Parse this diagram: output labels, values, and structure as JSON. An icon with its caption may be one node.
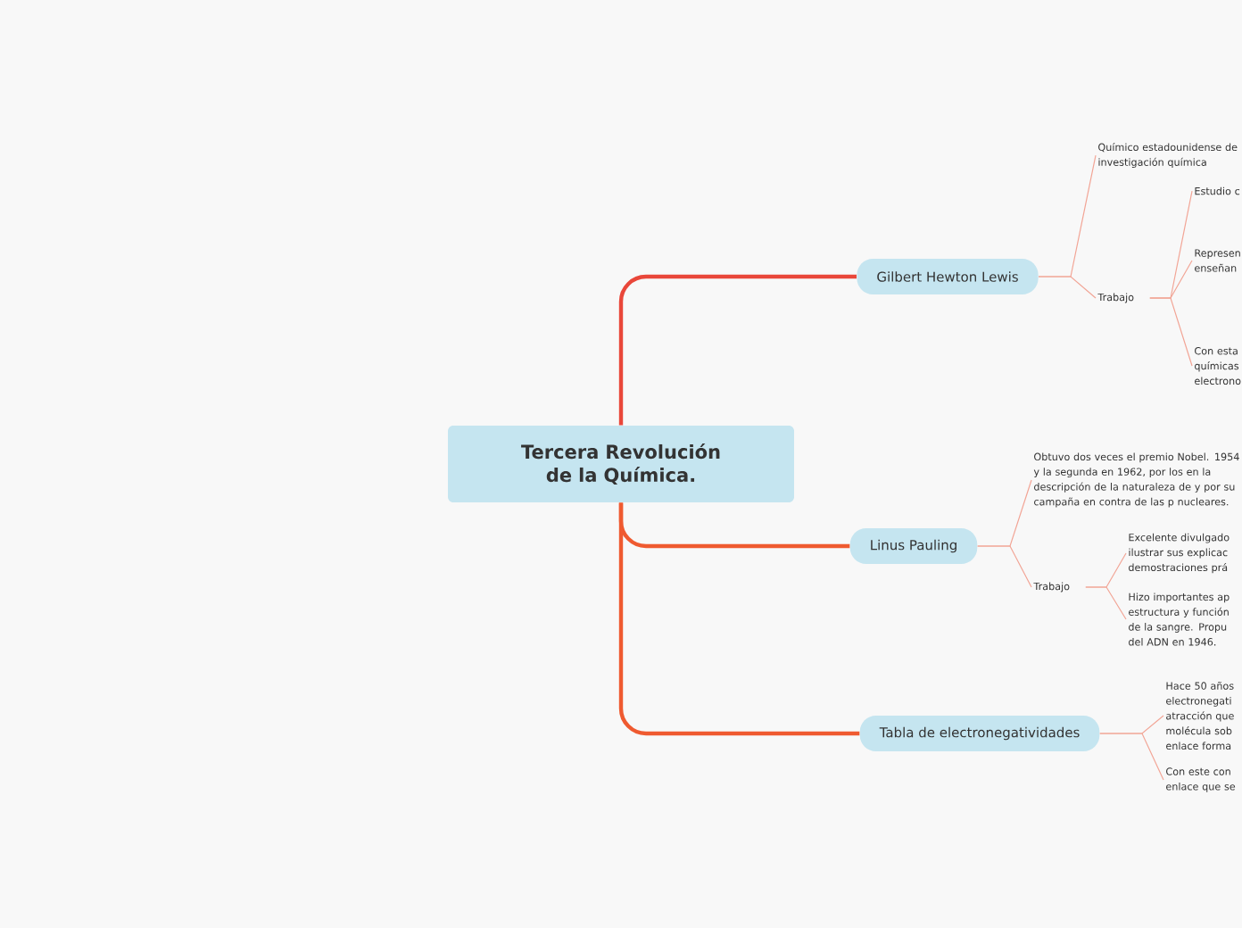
{
  "diagram": {
    "nodes": [
      {
        "text": [
          "Tercera Revolución de la Química."
        ]
      },
      {
        "text": [
          "Gilbert Hewton Lewis"
        ]
      },
      {
        "text": [
          "Químico estadounidense de investigación química"
        ]
      },
      {
        "text": [
          "Trabajo"
        ]
      },
      {
        "text": [
          "Estudio c"
        ]
      },
      {
        "text": [
          "Represen enseñan"
        ]
      },
      {
        "text": [
          "Con esta químicas electrono"
        ]
      },
      {
        "text": [
          "Linus Pauling"
        ]
      },
      {
        "text": [
          "Obtuvo dos veces el premio Nobel. 1954 y la segunda en 1962, por los en la descripción de la naturaleza de y por su campaña en contra de las p nucleares."
        ]
      },
      {
        "text": [
          "Trabajo"
        ]
      },
      {
        "text": [
          "Excelente divulgado ilustrar sus explicac demostraciones prá"
        ]
      },
      {
        "text": [
          "Hizo importantes ap estructura y función de la sangre. Propu del ADN en 1946."
        ]
      },
      {
        "text": [
          "Tabla de electronegatividades"
        ]
      },
      {
        "text": [
          "Hace 50 años electronegati atracción que molécula sob enlace forma"
        ]
      },
      {
        "text": [
          "Con este con enlace que se"
        ]
      }
    ],
    "edges": [
      {
        "from": 0,
        "to": 1,
        "arrow": "none",
        "style": "thick",
        "color": "#e9473a"
      },
      {
        "from": 0,
        "to": 7,
        "arrow": "none",
        "style": "thick",
        "color": "#ef5a30"
      },
      {
        "from": 0,
        "to": 12,
        "arrow": "none",
        "style": "thick",
        "color": "#ef5a30"
      },
      {
        "from": 1,
        "to": 2,
        "arrow": "none"
      },
      {
        "from": 1,
        "to": 3,
        "arrow": "none"
      },
      {
        "from": 3,
        "to": 4,
        "arrow": "none"
      },
      {
        "from": 3,
        "to": 5,
        "arrow": "none"
      },
      {
        "from": 3,
        "to": 6,
        "arrow": "none"
      },
      {
        "from": 7,
        "to": 8,
        "arrow": "none"
      },
      {
        "from": 7,
        "to": 9,
        "arrow": "none"
      },
      {
        "from": 9,
        "to": 10,
        "arrow": "none"
      },
      {
        "from": 9,
        "to": 11,
        "arrow": "none"
      },
      {
        "from": 12,
        "to": 13,
        "arrow": "none"
      },
      {
        "from": 12,
        "to": 14,
        "arrow": "none"
      }
    ]
  }
}
